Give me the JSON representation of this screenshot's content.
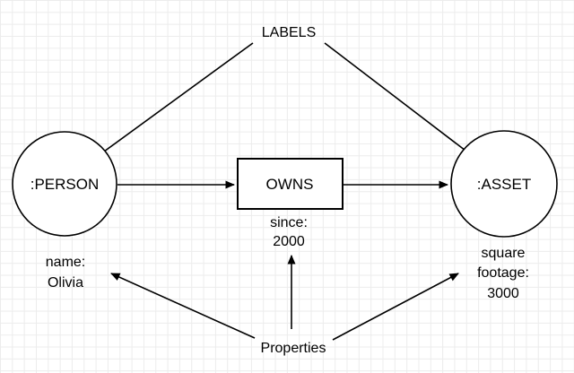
{
  "diagram": {
    "annotations": {
      "labels": "LABELS",
      "properties": "Properties"
    },
    "nodes": {
      "person": {
        "label": ":PERSON"
      },
      "asset": {
        "label": ":ASSET"
      }
    },
    "relationship": {
      "label": "OWNS"
    },
    "properties": {
      "person": {
        "line1": "name:",
        "line2": "Olivia"
      },
      "relationship": {
        "line1": "since:",
        "line2": "2000"
      },
      "asset": {
        "line1": "square",
        "line2": "footage:",
        "line3": "3000"
      }
    },
    "colors": {
      "stroke": "#000000",
      "fill": "#ffffff",
      "grid": "#ececec"
    }
  }
}
